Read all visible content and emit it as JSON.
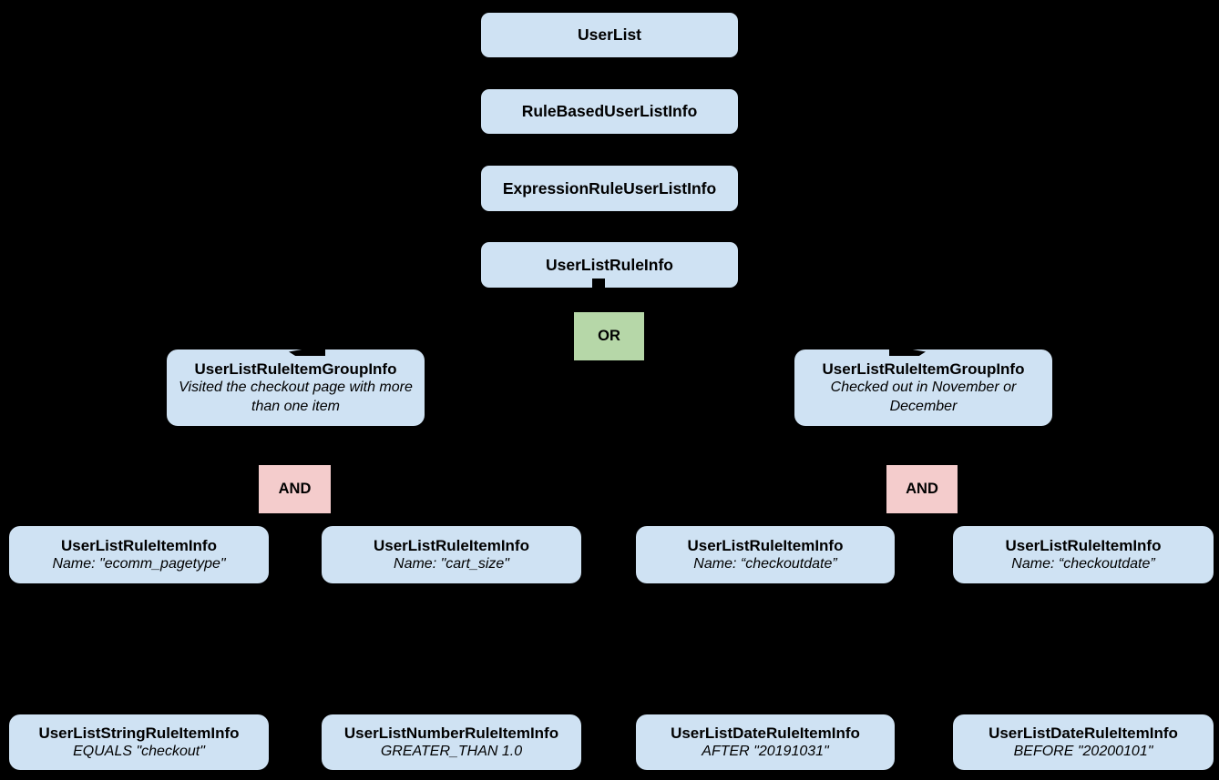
{
  "diagram": {
    "background": "#000000",
    "colors": {
      "node_fill": "#cfe2f3",
      "or_fill": "#b6d7a8",
      "and_fill": "#f4cccc",
      "text": "#000000"
    },
    "chain": [
      {
        "label": "UserList"
      },
      {
        "label": "RuleBasedUserListInfo"
      },
      {
        "label": "ExpressionRuleUserListInfo"
      },
      {
        "label": "UserListRuleInfo"
      }
    ],
    "operators": {
      "or": "OR",
      "and_left": "AND",
      "and_right": "AND"
    },
    "groups": {
      "left": {
        "title": "UserListRuleItemGroupInfo",
        "note": "Visited the checkout page with more than one item"
      },
      "right": {
        "title": "UserListRuleItemGroupInfo",
        "note": "Checked out in November or December"
      }
    },
    "rule_items": [
      {
        "title": "UserListRuleItemInfo",
        "note": "Name: \"ecomm_pagetype\""
      },
      {
        "title": "UserListRuleItemInfo",
        "note": "Name: \"cart_size\""
      },
      {
        "title": "UserListRuleItemInfo",
        "note": "Name: “checkoutdate”"
      },
      {
        "title": "UserListRuleItemInfo",
        "note": "Name: “checkoutdate”"
      }
    ],
    "leaf_items": [
      {
        "title": "UserListStringRuleItemInfo",
        "note": "EQUALS \"checkout\""
      },
      {
        "title": "UserListNumberRuleItemInfo",
        "note": "GREATER_THAN 1.0"
      },
      {
        "title": "UserListDateRuleItemInfo",
        "note": "AFTER \"20191031\""
      },
      {
        "title": "UserListDateRuleItemInfo",
        "note": "BEFORE \"20200101\""
      }
    ]
  }
}
